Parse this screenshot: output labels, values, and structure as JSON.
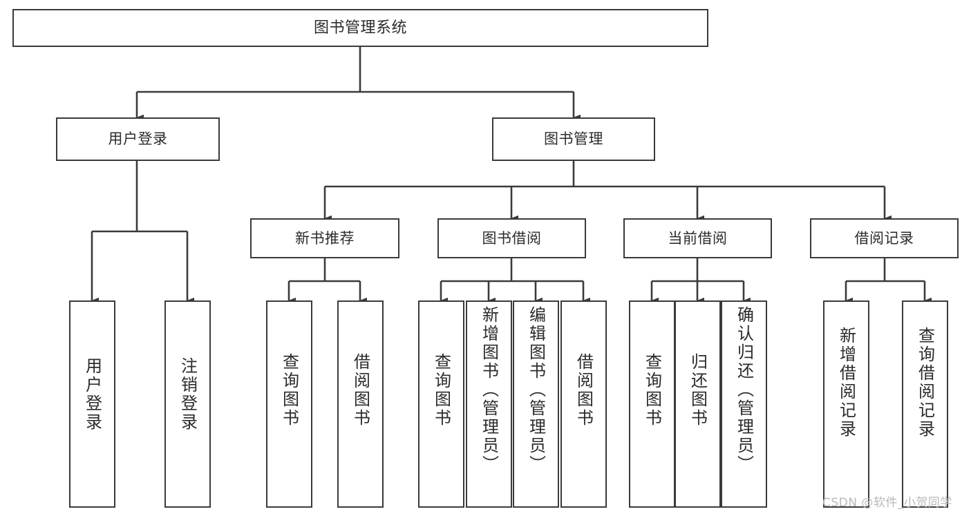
{
  "diagram": {
    "title": "图书管理系统",
    "type": "tree",
    "watermark": "CSDN @软件_小贺同学",
    "colors": {
      "box_border": "#3a3a3a",
      "box_fill": "#ffffff",
      "connector": "#3a3a3a",
      "text": "#2b2b2b",
      "watermark": "#b9b9b9",
      "background": "#ffffff"
    },
    "nodes": {
      "root": {
        "label": "图书管理系统",
        "level": 1,
        "orientation": "horizontal"
      },
      "l2": [
        {
          "label": "用户登录",
          "level": 2,
          "orientation": "horizontal"
        },
        {
          "label": "图书管理",
          "level": 2,
          "orientation": "horizontal"
        }
      ],
      "l3": [
        {
          "label": "新书推荐",
          "level": 3,
          "orientation": "horizontal"
        },
        {
          "label": "图书借阅",
          "level": 3,
          "orientation": "horizontal"
        },
        {
          "label": "当前借阅",
          "level": 3,
          "orientation": "horizontal"
        },
        {
          "label": "借阅记录",
          "level": 3,
          "orientation": "horizontal"
        }
      ],
      "leaves": {
        "user_login": [
          {
            "label": "用户登录",
            "orientation": "vertical"
          },
          {
            "label": "注销登录",
            "orientation": "vertical"
          }
        ],
        "new_book": [
          {
            "label": "查询图书",
            "orientation": "vertical"
          },
          {
            "label": "借阅图书",
            "orientation": "vertical"
          }
        ],
        "book_borrow": [
          {
            "label": "查询图书",
            "orientation": "vertical"
          },
          {
            "label": "新增图书（管理员）",
            "orientation": "vertical"
          },
          {
            "label": "编辑图书（管理员）",
            "orientation": "vertical"
          },
          {
            "label": "借阅图书",
            "orientation": "vertical"
          }
        ],
        "current_borrow": [
          {
            "label": "查询图书",
            "orientation": "vertical"
          },
          {
            "label": "归还图书",
            "orientation": "vertical"
          },
          {
            "label": "确认归还（管理员）",
            "orientation": "vertical"
          }
        ],
        "borrow_record": [
          {
            "label": "新增借阅记录",
            "orientation": "vertical"
          },
          {
            "label": "查询借阅记录",
            "orientation": "vertical"
          }
        ]
      }
    }
  }
}
